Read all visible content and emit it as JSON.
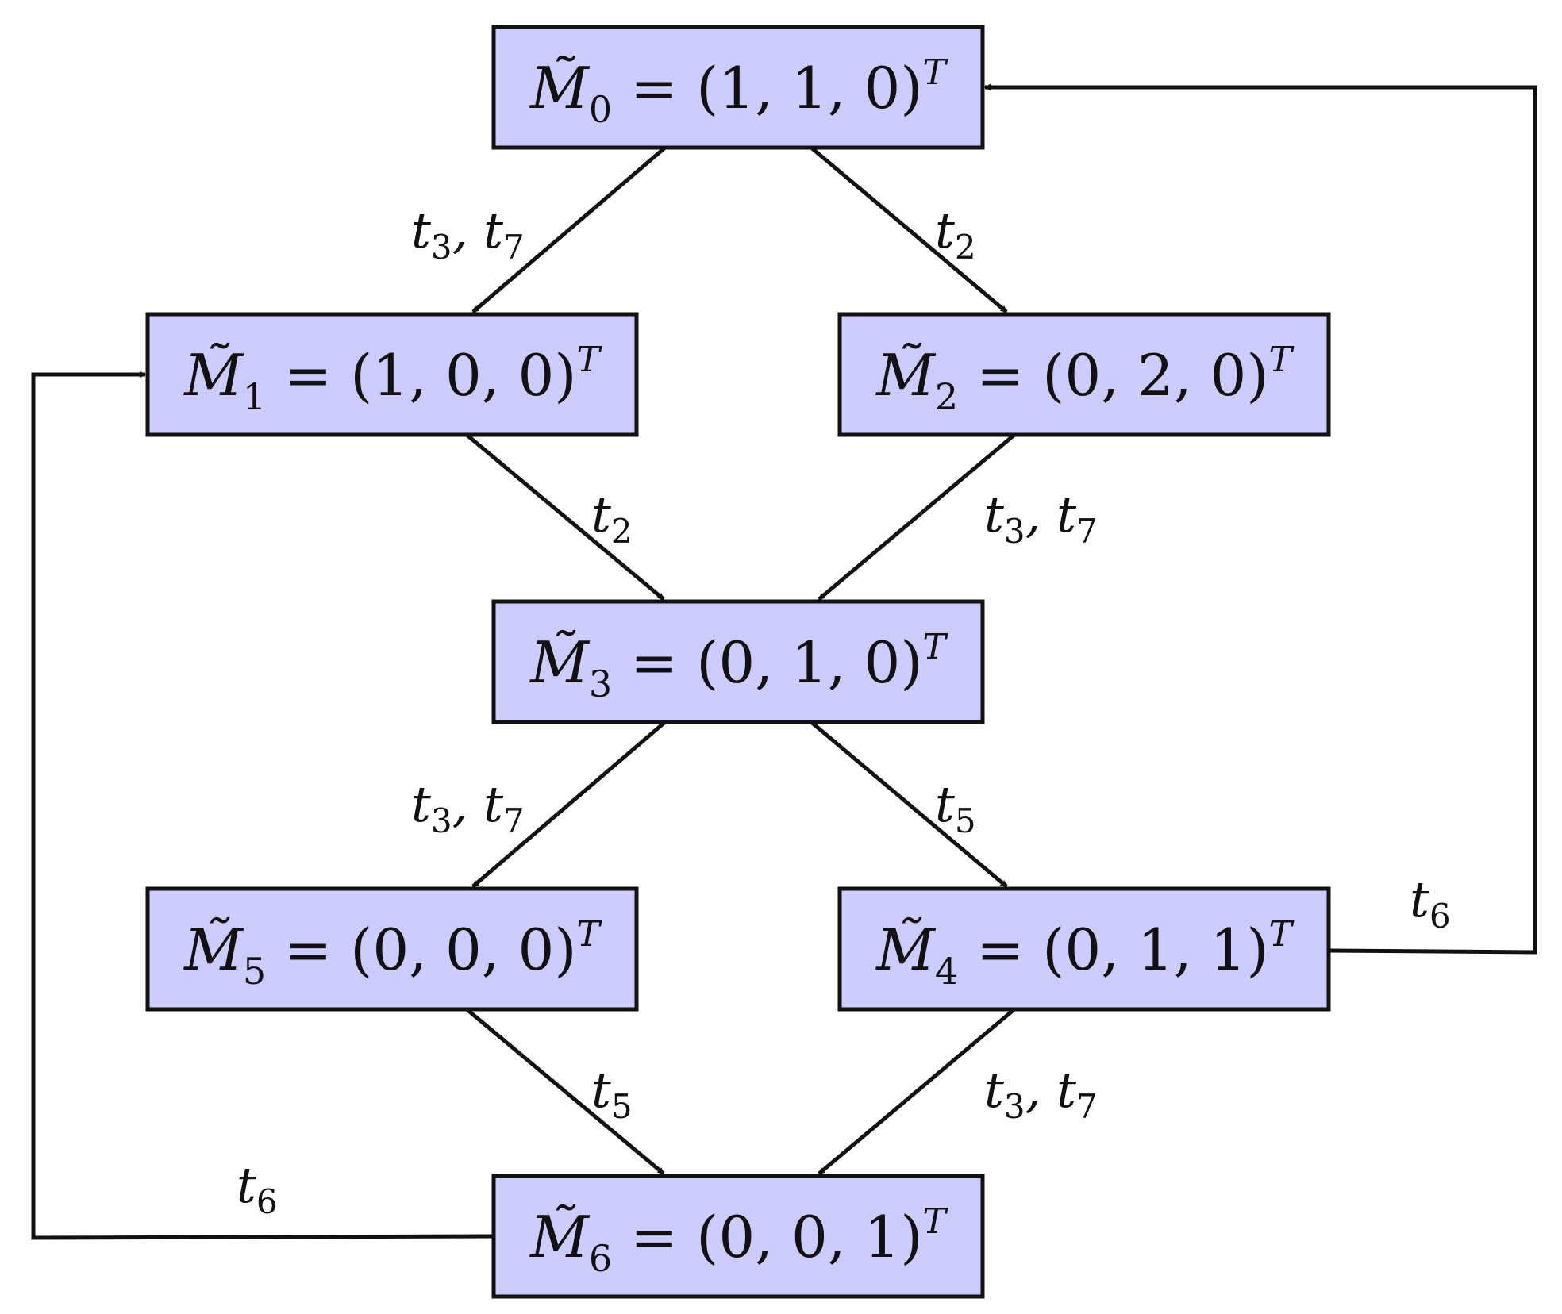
{
  "states": [
    {
      "id": "M0",
      "base": "M̃",
      "sub": "0",
      "eq": " = ",
      "vector": "(1, 1, 0)",
      "sup": "T"
    },
    {
      "id": "M1",
      "base": "M̃",
      "sub": "1",
      "eq": " = ",
      "vector": "(1, 0, 0)",
      "sup": "T"
    },
    {
      "id": "M2",
      "base": "M̃",
      "sub": "2",
      "eq": " = ",
      "vector": "(0, 2, 0)",
      "sup": "T"
    },
    {
      "id": "M3",
      "base": "M̃",
      "sub": "3",
      "eq": " = ",
      "vector": "(0, 1, 0)",
      "sup": "T"
    },
    {
      "id": "M4",
      "base": "M̃",
      "sub": "4",
      "eq": " = ",
      "vector": "(0, 1, 1)",
      "sup": "T"
    },
    {
      "id": "M5",
      "base": "M̃",
      "sub": "5",
      "eq": " = ",
      "vector": "(0, 0, 0)",
      "sup": "T"
    },
    {
      "id": "M6",
      "base": "M̃",
      "sub": "6",
      "eq": " = ",
      "vector": "(0, 0, 1)",
      "sup": "T"
    }
  ],
  "edges": [
    {
      "from": "M0",
      "to": "M1",
      "label": [
        {
          "t": "t",
          "s": "3"
        },
        {
          "t": ", t",
          "s": "7"
        }
      ]
    },
    {
      "from": "M0",
      "to": "M2",
      "label": [
        {
          "t": "t",
          "s": "2"
        }
      ]
    },
    {
      "from": "M1",
      "to": "M3",
      "label": [
        {
          "t": "t",
          "s": "2"
        }
      ]
    },
    {
      "from": "M2",
      "to": "M3",
      "label": [
        {
          "t": "t",
          "s": "3"
        },
        {
          "t": ", t",
          "s": "7"
        }
      ]
    },
    {
      "from": "M3",
      "to": "M5",
      "label": [
        {
          "t": "t",
          "s": "3"
        },
        {
          "t": ", t",
          "s": "7"
        }
      ]
    },
    {
      "from": "M3",
      "to": "M4",
      "label": [
        {
          "t": "t",
          "s": "5"
        }
      ]
    },
    {
      "from": "M5",
      "to": "M6",
      "label": [
        {
          "t": "t",
          "s": "5"
        }
      ]
    },
    {
      "from": "M4",
      "to": "M6",
      "label": [
        {
          "t": "t",
          "s": "3"
        },
        {
          "t": ", t",
          "s": "7"
        }
      ]
    },
    {
      "from": "M4",
      "to": "M0",
      "label": [
        {
          "t": "t",
          "s": "6"
        }
      ]
    },
    {
      "from": "M6",
      "to": "M1",
      "label": [
        {
          "t": "t",
          "s": "6"
        }
      ]
    }
  ],
  "colors": {
    "box_fill": "#ccccff",
    "stroke": "#111111"
  }
}
